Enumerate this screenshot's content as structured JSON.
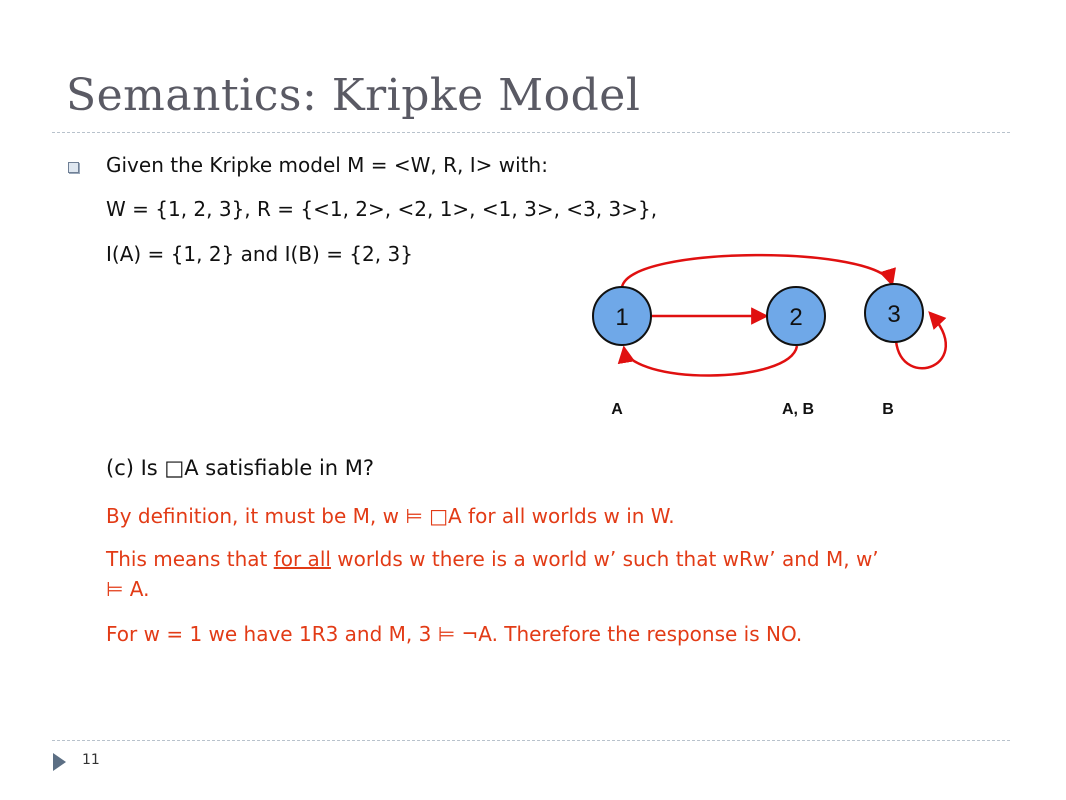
{
  "slide": {
    "title": "Semantics: Kripke Model",
    "page_number": "11"
  },
  "bullet": {
    "given": "Given the Kripke model M = <W, R, I> with:",
    "w_r": "W = {1, 2, 3}, R = {<1, 2>, <2, 1>, <1, 3>, <3, 3>},",
    "i": "I(A) = {1, 2} and I(B) = {2, 3}"
  },
  "diagram": {
    "worlds": [
      {
        "label": "1",
        "props": "A"
      },
      {
        "label": "2",
        "props": "A, B"
      },
      {
        "label": "3",
        "props": "B"
      }
    ],
    "relations": [
      [
        "1",
        "2"
      ],
      [
        "2",
        "1"
      ],
      [
        "1",
        "3"
      ],
      [
        "3",
        "3"
      ]
    ],
    "colors": {
      "node_fill": "#6fa8e8",
      "node_stroke": "#111111",
      "edge": "#e01010"
    }
  },
  "question": {
    "label": "(c) Is □A satisfiable in M?"
  },
  "answer": {
    "line1": "By definition, it must be M, w ⊨ □A for all worlds w in W.",
    "line2_pre": "This means that ",
    "line2_underline": "for all",
    "line2_post": " worlds w there is a world w’ such that wRw’ and M, w’",
    "line2_cont": "⊨ A.",
    "line3": "For w = 1 we have 1R3 and M, 3 ⊨ ¬A. Therefore the response is NO."
  },
  "colors": {
    "title": "#5a5a64",
    "answer_text": "#e23b16",
    "rule": "#b8c2cc"
  }
}
